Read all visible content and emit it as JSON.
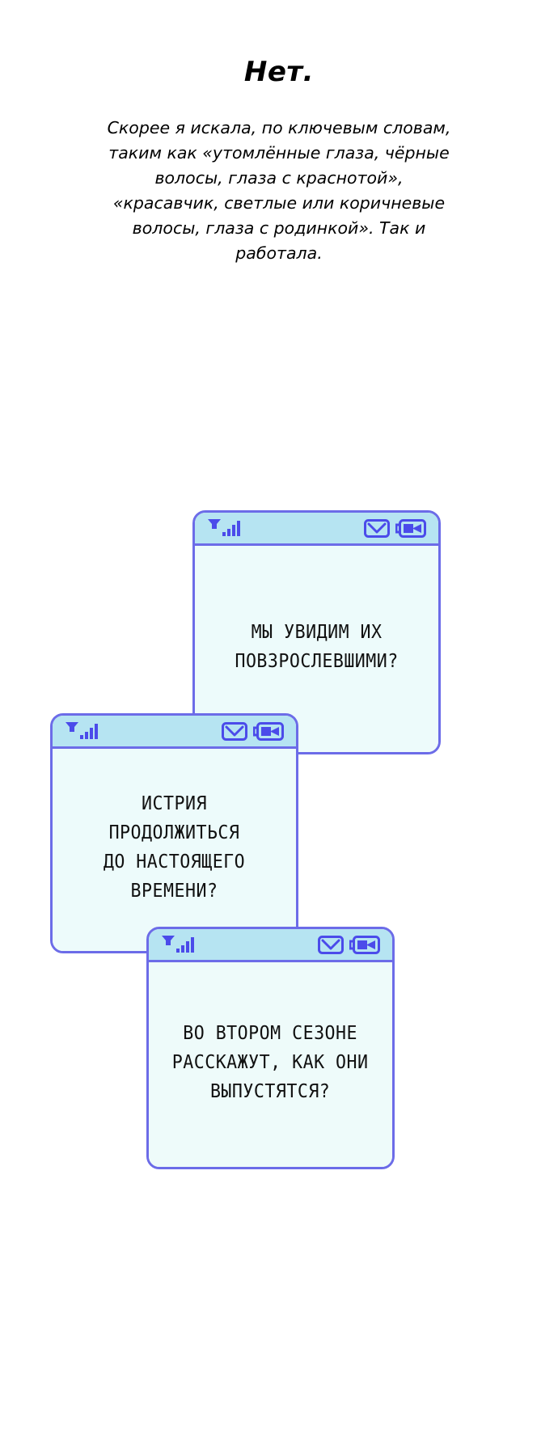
{
  "narration": {
    "title": "Нет.",
    "body": "Скорее я искала, по ключевым словам, таким как «утомлённые глаза, чёрные волосы, глаза с краснотой», «красавчик, светлые или коричневые волосы, глаза с родинкой». Так и работала."
  },
  "colors": {
    "bubble_border": "#6c6ce8",
    "bubble_header": "#b6e4f2",
    "bubble_body": "#edfbfb",
    "icon": "#4b4bea",
    "text": "#111111",
    "page_background": "#ffffff"
  },
  "status_icons": {
    "signal": "signal-bars-icon",
    "message": "envelope-icon",
    "battery": "battery-icon"
  },
  "messages": [
    {
      "id": "message-1",
      "text": "МЫ УВИДИМ ИХ\nПОВЗРОСЛЕВШИМИ?"
    },
    {
      "id": "message-2",
      "text": "ИСТРИЯ ПРОДОЛЖИТЬСЯ\nДО НАСТОЯЩЕГО ВРЕМЕНИ?"
    },
    {
      "id": "message-3",
      "text": "ВО ВТОРОМ СЕЗОНЕ\nРАССКАЖУТ, КАК ОНИ\nВЫПУСТЯТСЯ?"
    }
  ]
}
